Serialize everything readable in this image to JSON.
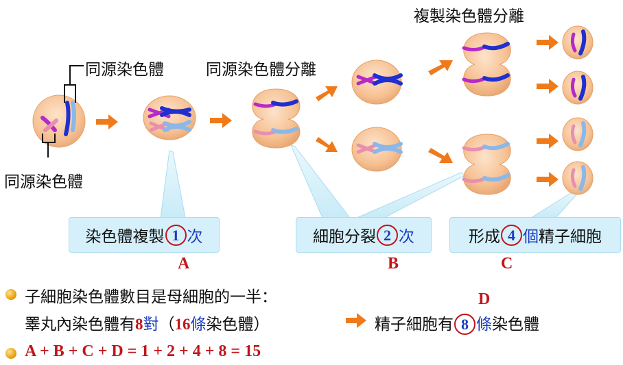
{
  "labels": {
    "homologous_top": "同源染色體",
    "homologous_bottom": "同源染色體",
    "homologous_separation": "同源染色體分離",
    "sister_separation": "複製染色體分離"
  },
  "callouts": {
    "a_prefix": "染色體複製",
    "a_num": "1",
    "a_suffix": "次",
    "b_prefix": "細胞分裂",
    "b_num": "2",
    "b_suffix": "次",
    "c_prefix": "形成",
    "c_num": "4",
    "c_suffix": "個",
    "c_tail": "精子細胞"
  },
  "letters": {
    "a": "A",
    "b": "B",
    "c": "C",
    "d": "D"
  },
  "summary": {
    "line1": "子細胞染色體數目是母細胞的一半：",
    "line2_prefix": "睪丸內染色體有",
    "line2_n1": "8",
    "line2_w1": "對",
    "line2_open": "（",
    "line2_n2": "16",
    "line2_w2": "條",
    "line2_close": "染色體）",
    "line2_result_prefix": "精子細胞有",
    "line2_n3": "8",
    "line2_w3": "條",
    "line2_result_suffix": "染色體",
    "equation": "A + B + C + D = 1 + 2 + 4 + 8 = 15"
  },
  "colors": {
    "cell_fill": "#f6c193",
    "arrow": "#f07a1a",
    "dark_blue": "#1f2fd0",
    "light_blue": "#8ab8ea",
    "magenta": "#b52ac9",
    "pink": "#e88fb0",
    "accent_red": "#c0161c",
    "callout_bg": "#d5f0fb"
  }
}
